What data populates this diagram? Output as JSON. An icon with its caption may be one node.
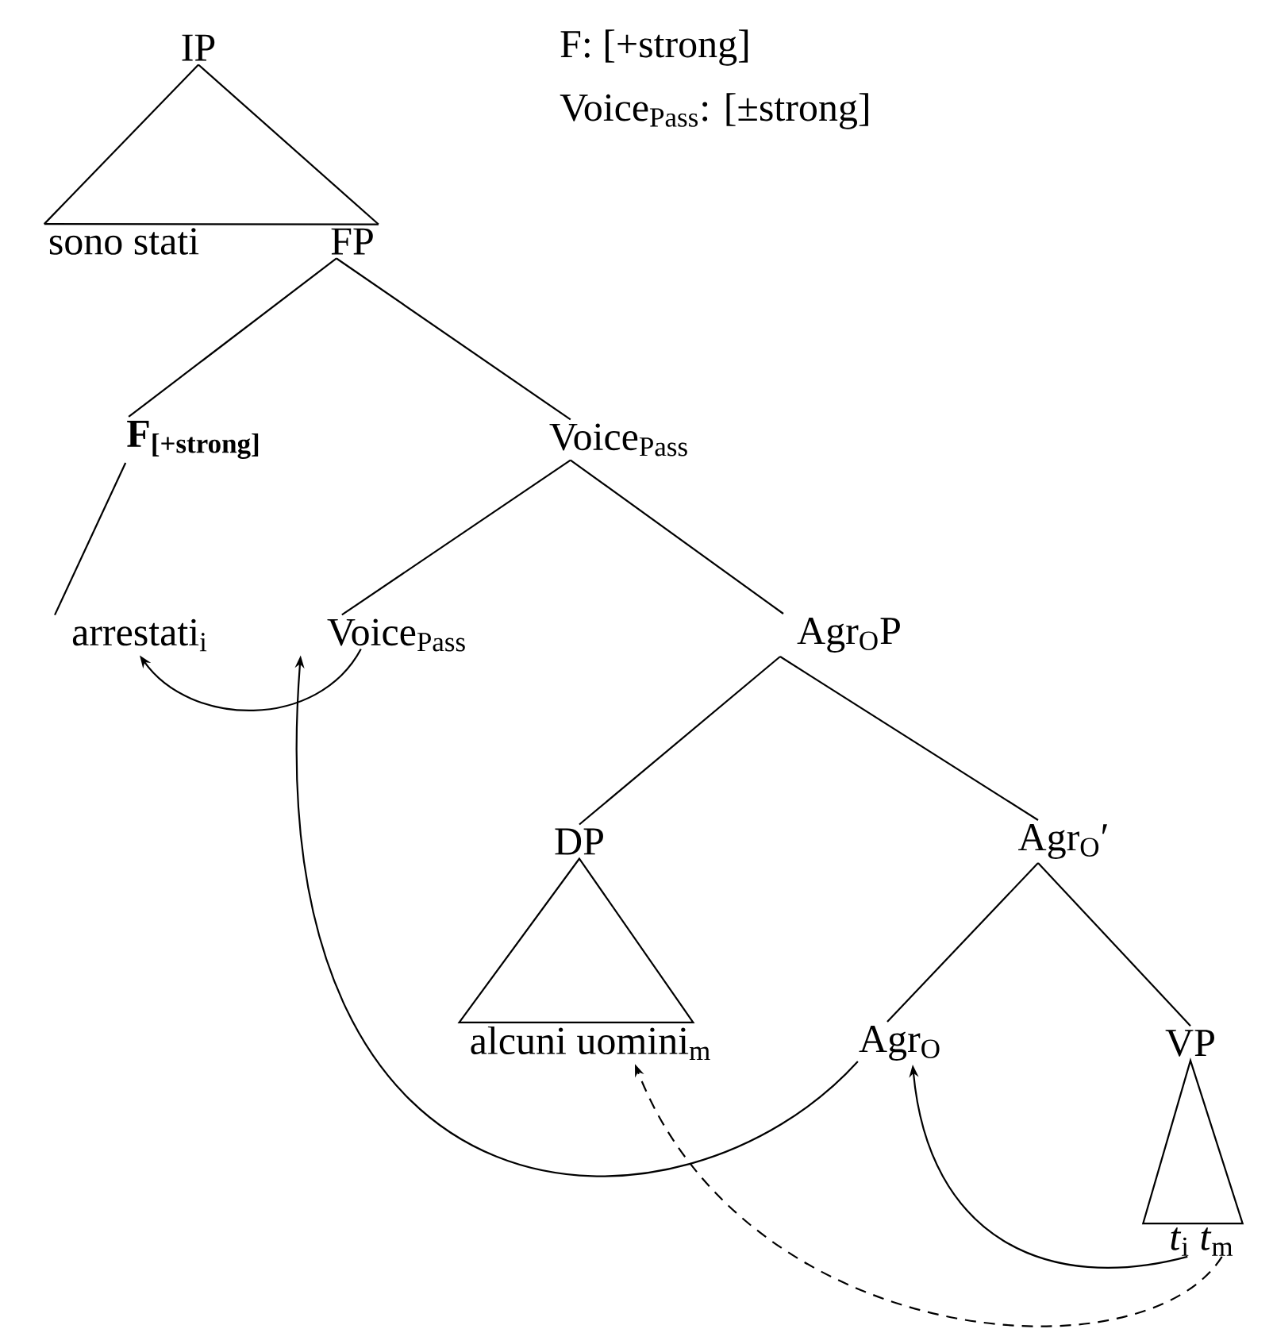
{
  "diagram": {
    "nodes": [
      {
        "text": [
          "IP"
        ]
      },
      {
        "text": [
          "sono stati"
        ]
      },
      {
        "text": [
          "FP"
        ]
      },
      {
        "text": [
          "F$_{[+strong]}$"
        ]
      },
      {
        "text": [
          "Voice$_{Pass}$"
        ]
      },
      {
        "text": [
          "arrestati$_{i}$"
        ]
      },
      {
        "text": [
          "Voice$_{Pass}$"
        ]
      },
      {
        "text": [
          "Agr$_{O}$P"
        ]
      },
      {
        "text": [
          "DP"
        ]
      },
      {
        "text": [
          "Agr$_{O}$′"
        ]
      },
      {
        "text": [
          "alcuni uomini$_{m}$"
        ]
      },
      {
        "text": [
          "Agr$_{O}$"
        ]
      },
      {
        "text": [
          "VP"
        ]
      },
      {
        "text": [
          "*t*$_{i}$ *t*$_{m}$"
        ]
      }
    ],
    "edges": [
      {
        "from": 0,
        "to": 1,
        "arrow": "none"
      },
      {
        "from": 0,
        "to": 2,
        "arrow": "none"
      },
      {
        "from": 2,
        "to": 3,
        "arrow": "none"
      },
      {
        "from": 2,
        "to": 4,
        "arrow": "none"
      },
      {
        "from": 3,
        "to": 5,
        "arrow": "none"
      },
      {
        "from": 4,
        "to": 6,
        "arrow": "none"
      },
      {
        "from": 4,
        "to": 7,
        "arrow": "none"
      },
      {
        "from": 7,
        "to": 8,
        "arrow": "none"
      },
      {
        "from": 7,
        "to": 9,
        "arrow": "none"
      },
      {
        "from": 8,
        "to": 10,
        "arrow": "none"
      },
      {
        "from": 9,
        "to": 11,
        "arrow": "none"
      },
      {
        "from": 9,
        "to": 12,
        "arrow": "none"
      },
      {
        "from": 12,
        "to": 13,
        "arrow": "none"
      },
      {
        "from": 6,
        "to": 5,
        "arrow": "to"
      },
      {
        "from": 11,
        "to": 6,
        "arrow": "to"
      },
      {
        "from": 13,
        "to": 11,
        "arrow": "to"
      },
      {
        "from": 13,
        "to": 10,
        "arrow": "to",
        "style": "dashed"
      }
    ],
    "labels": [
      "F: [+strong]",
      "Voice$_{Pass}$: [±strong]"
    ]
  }
}
